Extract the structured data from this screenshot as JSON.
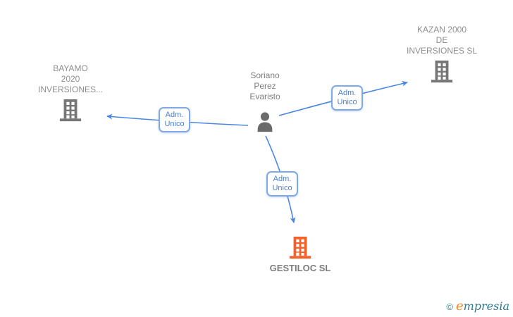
{
  "nodes": {
    "bayamo": {
      "line1": "BAYAMO",
      "line2": "2020",
      "line3": "INVERSIONES..."
    },
    "kazan": {
      "line1": "KAZAN 2000",
      "line2": "DE",
      "line3": "INVERSIONES SL"
    },
    "person": {
      "line1": "Soriano",
      "line2": "Perez",
      "line3": "Evaristo"
    },
    "gestiloc": {
      "label": "GESTILOC SL"
    }
  },
  "edges": {
    "to_bayamo": {
      "label_line1": "Adm.",
      "label_line2": "Unico"
    },
    "to_kazan": {
      "label_line1": "Adm.",
      "label_line2": "Unico"
    },
    "to_gestiloc": {
      "label_line1": "Adm.",
      "label_line2": "Unico"
    }
  },
  "watermark": {
    "symbol": "©",
    "brand_initial": "e",
    "brand_rest": "mpresia"
  },
  "colors": {
    "edge_blue": "#4a87e2",
    "edge_label_border": "#7fa8e8",
    "edge_label_text": "#4a80d6",
    "company_icon_gray": "#767676",
    "person_icon_gray": "#6b6b6b",
    "company_icon_highlight": "#f4622a",
    "node_label_gray": "#8e8e8e",
    "highlight_label_gray": "#7d7d7d",
    "watermark_teal": "#2f7a8c",
    "watermark_orange": "#f5861f"
  }
}
